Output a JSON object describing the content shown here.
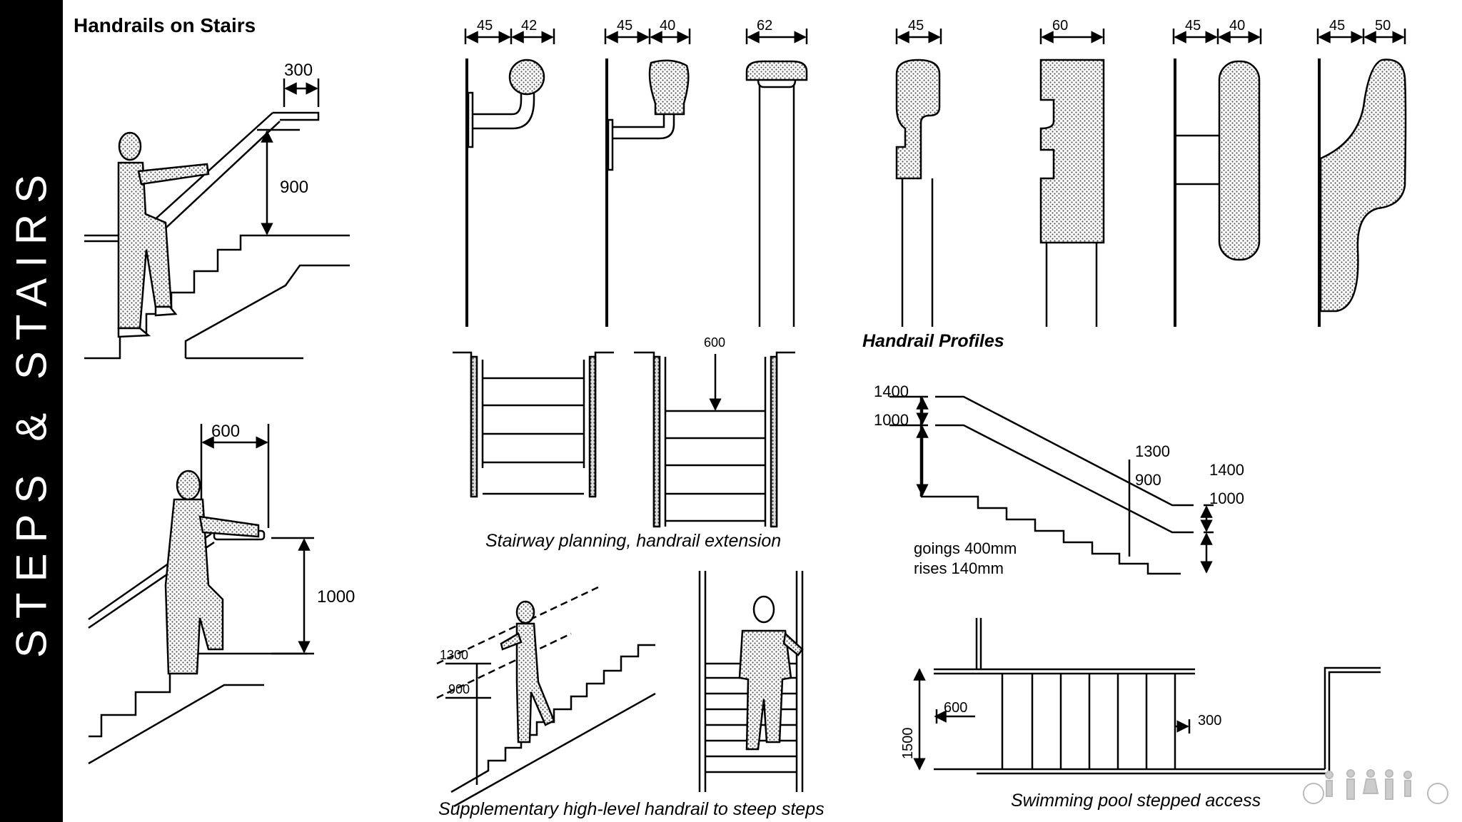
{
  "sidebar": {
    "title": "STEPS & STAIRS"
  },
  "heading": "Handrails on Stairs",
  "captions": {
    "profiles": "Handrail Profiles",
    "planning": "Stairway planning, handrail extension",
    "supplementary": "Supplementary high-level handrail to steep steps",
    "pool": "Swimming pool stepped access"
  },
  "dims": {
    "fig1_top": "300",
    "fig1_height": "900",
    "fig2_top": "600",
    "fig2_height": "1000",
    "p1_a": "45",
    "p1_b": "42",
    "p2_a": "45",
    "p2_b": "40",
    "p3": "62",
    "p4": "45",
    "p5": "60",
    "p6_a": "45",
    "p6_b": "40",
    "p7_a": "45",
    "p7_b": "50",
    "plan_600": "600",
    "sec_1400_l": "1400",
    "sec_1000_l": "1000",
    "sec_1300": "1300",
    "sec_900": "900",
    "sec_1400_r": "1400",
    "sec_1000_r": "1000",
    "steep_1300": "1300",
    "steep_900": "900",
    "pool_1500": "1500",
    "pool_600": "600",
    "pool_300": "300"
  },
  "notes": {
    "goings": "goings 400mm",
    "rises": "rises 140mm"
  },
  "colors": {
    "sidebar": "#000000",
    "line": "#000000",
    "hatch": "#8a8a8a"
  }
}
